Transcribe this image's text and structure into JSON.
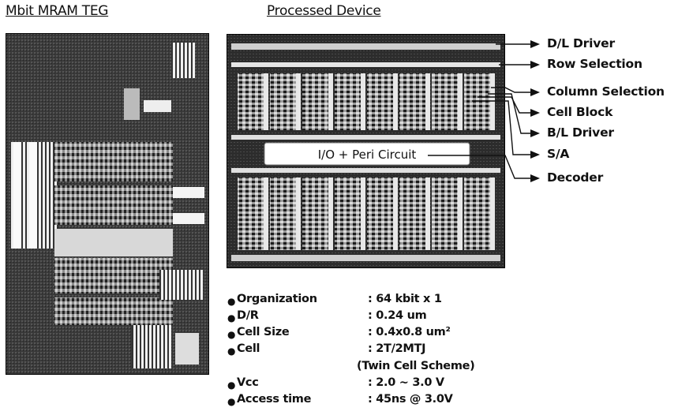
{
  "titles": {
    "left": "Mbit MRAM TEG",
    "right": "Processed Device"
  },
  "center_label": "I/O + Peri Circuit",
  "callouts": [
    "D/L Driver",
    "Row Selection",
    "Column Selection",
    "Cell Block",
    "B/L Driver",
    "S/A",
    "Decoder"
  ],
  "specs": [
    {
      "label": "Organization",
      "value": ": 64 kbit x 1"
    },
    {
      "label": "D/R",
      "value": ": 0.24 um"
    },
    {
      "label": "Cell Size",
      "value": ": 0.4x0.8 um²"
    },
    {
      "label": "Cell",
      "value": ": 2T/2MTJ"
    },
    {
      "label": "",
      "value": "(Twin Cell Scheme)"
    },
    {
      "label": "Vcc",
      "value": ": 2.0 ~ 3.0 V"
    },
    {
      "label": "Access time",
      "value": ": 45ns @ 3.0V"
    }
  ],
  "colors": {
    "ink": "#111111",
    "die_dark": "#2a2a2a",
    "die_light": "#d8d8d8"
  }
}
